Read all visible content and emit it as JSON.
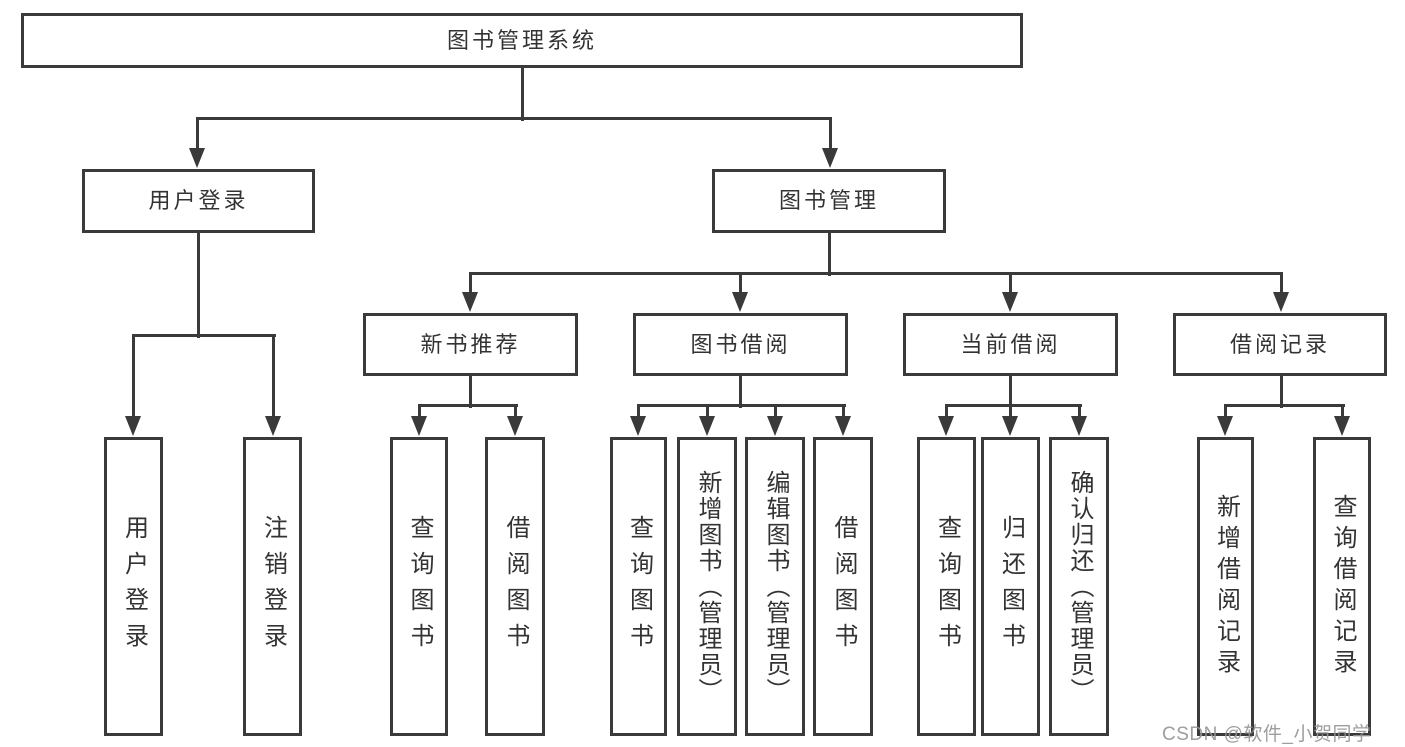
{
  "colors": {
    "line": "#3a3a3a",
    "text": "#333333",
    "watermark": "#9b9b9b"
  },
  "watermark": {
    "text": "CSDN @软件_小贺同学"
  },
  "diagram": {
    "title": "图书管理系统",
    "branches": [
      {
        "label": "用户登录",
        "leaves": [
          {
            "label": "用户登录"
          },
          {
            "label": "注销登录"
          }
        ]
      },
      {
        "label": "图书管理",
        "sections": [
          {
            "label": "新书推荐",
            "leaves": [
              {
                "label": "查询图书"
              },
              {
                "label": "借阅图书"
              }
            ]
          },
          {
            "label": "图书借阅",
            "leaves": [
              {
                "label": "查询图书"
              },
              {
                "label": "新增图书（管理员）"
              },
              {
                "label": "编辑图书（管理员）"
              },
              {
                "label": "借阅图书"
              }
            ]
          },
          {
            "label": "当前借阅",
            "leaves": [
              {
                "label": "查询图书"
              },
              {
                "label": "归还图书"
              },
              {
                "label": "确认归还（管理员）"
              }
            ]
          },
          {
            "label": "借阅记录",
            "leaves": [
              {
                "label": "新增借阅记录"
              },
              {
                "label": "查询借阅记录"
              }
            ]
          }
        ]
      }
    ]
  }
}
